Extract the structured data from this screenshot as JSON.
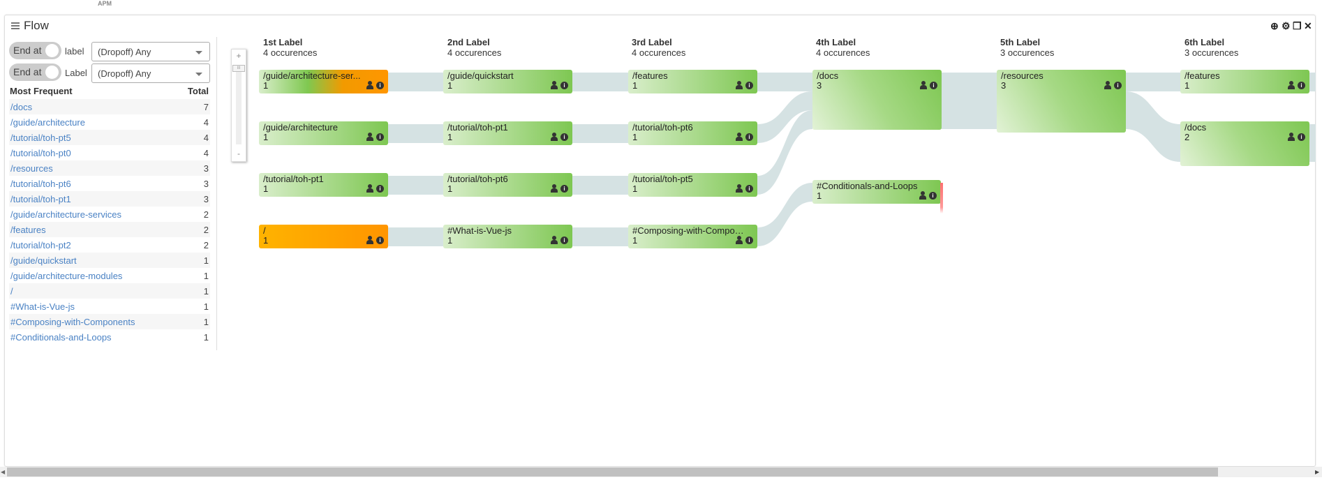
{
  "header": {
    "brand_sub": "APM"
  },
  "panel": {
    "title": "Flow",
    "tools": [
      "zoom-in",
      "settings",
      "restore",
      "close"
    ]
  },
  "filters": [
    {
      "toggle": "End at",
      "label": "label",
      "select": "(Dropoff) Any"
    },
    {
      "toggle": "End at",
      "label": "Label",
      "select": "(Dropoff) Any"
    }
  ],
  "most_frequent": {
    "header": "Most Frequent",
    "total_header": "Total",
    "rows": [
      {
        "name": "/docs",
        "total": "7"
      },
      {
        "name": "/guide/architecture",
        "total": "4"
      },
      {
        "name": "/tutorial/toh-pt5",
        "total": "4"
      },
      {
        "name": "/tutorial/toh-pt0",
        "total": "4"
      },
      {
        "name": "/resources",
        "total": "3"
      },
      {
        "name": "/tutorial/toh-pt6",
        "total": "3"
      },
      {
        "name": "/tutorial/toh-pt1",
        "total": "3"
      },
      {
        "name": "/guide/architecture-services",
        "total": "2"
      },
      {
        "name": "/features",
        "total": "2"
      },
      {
        "name": "/tutorial/toh-pt2",
        "total": "2"
      },
      {
        "name": "/guide/quickstart",
        "total": "1"
      },
      {
        "name": "/guide/architecture-modules",
        "total": "1"
      },
      {
        "name": "/",
        "total": "1"
      },
      {
        "name": "#What-is-Vue-js",
        "total": "1"
      },
      {
        "name": "#Composing-with-Components",
        "total": "1"
      },
      {
        "name": "#Conditionals-and-Loops",
        "total": "1"
      }
    ]
  },
  "zoom": {
    "plus": "+",
    "minus": "-",
    "handle": "III"
  },
  "columns": [
    {
      "label": "1st Label",
      "occurrences": "4 occurences",
      "nodes": [
        {
          "name": "/guide/architecture-ser...",
          "count": "1"
        },
        {
          "name": "/guide/architecture",
          "count": "1"
        },
        {
          "name": "/tutorial/toh-pt1",
          "count": "1"
        },
        {
          "name": "/",
          "count": "1"
        }
      ]
    },
    {
      "label": "2nd Label",
      "occurrences": "4 occurences",
      "nodes": [
        {
          "name": "/guide/quickstart",
          "count": "1"
        },
        {
          "name": "/tutorial/toh-pt1",
          "count": "1"
        },
        {
          "name": "/tutorial/toh-pt6",
          "count": "1"
        },
        {
          "name": "#What-is-Vue-js",
          "count": "1"
        }
      ]
    },
    {
      "label": "3rd Label",
      "occurrences": "4 occurences",
      "nodes": [
        {
          "name": "/features",
          "count": "1"
        },
        {
          "name": "/tutorial/toh-pt6",
          "count": "1"
        },
        {
          "name": "/tutorial/toh-pt5",
          "count": "1"
        },
        {
          "name": "#Composing-with-Compone...",
          "count": "1"
        }
      ]
    },
    {
      "label": "4th Label",
      "occurrences": "4 occurences",
      "nodes": [
        {
          "name": "/docs",
          "count": "3"
        },
        {
          "name": "#Conditionals-and-Loops",
          "count": "1"
        }
      ]
    },
    {
      "label": "5th Label",
      "occurrences": "3 occurences",
      "nodes": [
        {
          "name": "/resources",
          "count": "3"
        }
      ]
    },
    {
      "label": "6th Label",
      "occurrences": "3 occurences",
      "nodes": [
        {
          "name": "/features",
          "count": "1"
        },
        {
          "name": "/docs",
          "count": "2"
        }
      ]
    }
  ],
  "colors": {
    "node_green": "#7ec752",
    "node_orange": "#ff9500",
    "link": "#d5e2e3",
    "dropoff": "#ff7070",
    "link_text": "#4a82c4"
  }
}
